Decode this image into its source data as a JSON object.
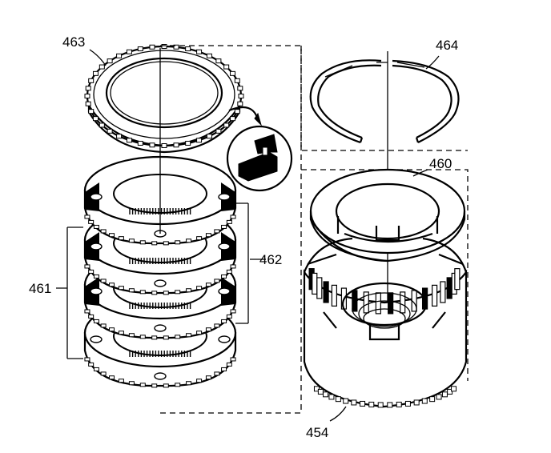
{
  "callouts": {
    "p454": "454",
    "p460": "460",
    "p461": "461",
    "p462": "462",
    "p463": "463",
    "p464": "464"
  },
  "colors": {
    "line": "#000000",
    "background": "#ffffff"
  }
}
